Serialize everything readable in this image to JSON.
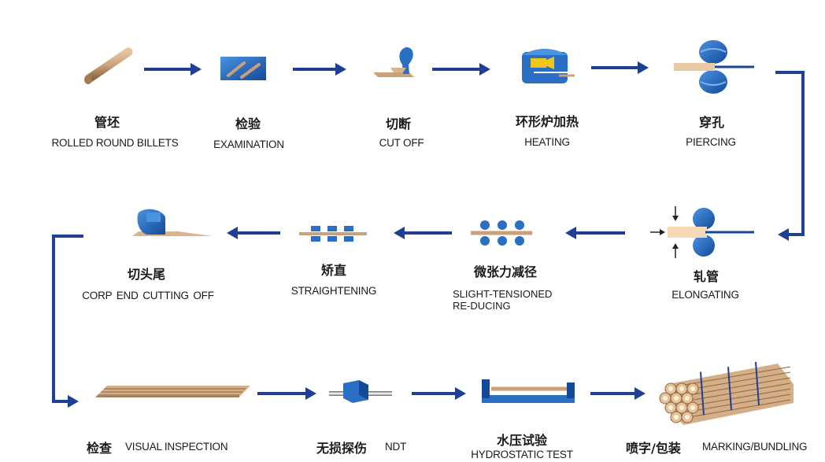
{
  "colors": {
    "arrow": "#1f3f95",
    "blue": "#2a6fc4",
    "blue_dark": "#14499a",
    "wood": "#c9a27a",
    "wood_dark": "#8c6642",
    "yellow": "#f2c618"
  },
  "steps": [
    {
      "zh": "管坯",
      "en": "ROLLED ROUND BILLETS",
      "icon": "billet-icon"
    },
    {
      "zh": "检验",
      "en": "EXAMINATION",
      "icon": "examination-icon"
    },
    {
      "zh": "切断",
      "en": "CUT OFF",
      "icon": "saw-icon"
    },
    {
      "zh": "环形炉加热",
      "en": "HEATING",
      "icon": "furnace-icon"
    },
    {
      "zh": "穿孔",
      "en": "PIERCING",
      "icon": "piercing-rolls-icon"
    },
    {
      "zh": "轧管",
      "en": "ELONGATING",
      "icon": "elongating-rolls-icon"
    },
    {
      "zh": "微张力减径",
      "en": "SLIGHT-TENSIONED",
      "en2": "RE-DUCING",
      "icon": "reducing-rolls-icon"
    },
    {
      "zh": "矫直",
      "en": "STRAIGHTENING",
      "icon": "straightener-icon"
    },
    {
      "zh": "切头尾",
      "en": "CORP  END  CUTTING  OFF",
      "icon": "end-cutter-icon"
    },
    {
      "zh": "检查",
      "en": "VISUAL INSPECTION",
      "icon": "pipes-icon"
    },
    {
      "zh": "无损探伤",
      "en": "NDT",
      "icon": "ndt-probe-icon"
    },
    {
      "zh": "水压试验",
      "en": "HYDROSTATIC TEST",
      "icon": "hydro-tester-icon"
    },
    {
      "zh": "喷字/包装",
      "en": "MARKING/BUNDLING",
      "icon": "bundle-icon"
    }
  ]
}
